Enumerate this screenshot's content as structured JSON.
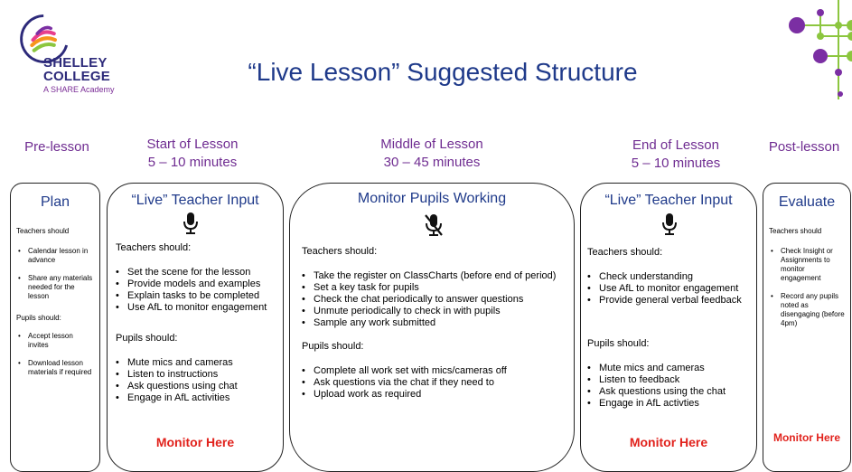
{
  "logo": {
    "line1": "SHELLEY",
    "line2": "COLLEGE",
    "line3": "A SHARE Academy"
  },
  "title": "“Live Lesson” Suggested Structure",
  "phases": {
    "pre": {
      "label": "Pre-lesson"
    },
    "start": {
      "label": "Start of Lesson",
      "duration": "5 – 10 minutes"
    },
    "middle": {
      "label": "Middle of Lesson",
      "duration": "30 – 45 minutes"
    },
    "end": {
      "label": "End of Lesson",
      "duration": "5 – 10 minutes"
    },
    "post": {
      "label": "Post-lesson"
    }
  },
  "plan": {
    "title": "Plan",
    "teachers_heading": "Teachers should",
    "teachers": [
      "Calendar lesson in advance",
      "Share any materials needed for the lesson"
    ],
    "pupils_heading": "Pupils should:",
    "pupils": [
      "Accept lesson invites",
      "Download lesson materials if required"
    ]
  },
  "start_panel": {
    "title": "“Live” Teacher Input",
    "icon": "microphone-icon",
    "teachers_heading": "Teachers should:",
    "teachers": [
      "Set the scene for the lesson",
      "Provide models and examples",
      "Explain tasks to be completed",
      "Use AfL to monitor engagement"
    ],
    "pupils_heading": "Pupils should:",
    "pupils": [
      "Mute mics and cameras",
      "Listen to instructions",
      "Ask questions using chat",
      "Engage in AfL activities"
    ],
    "monitor": "Monitor Here"
  },
  "middle_panel": {
    "title": "Monitor Pupils Working",
    "icon": "microphone-off-icon",
    "teachers_heading": "Teachers should:",
    "teachers": [
      "Take the register on ClassCharts (before end of period)",
      "Set a key task for pupils",
      "Check the chat periodically to answer questions",
      "Unmute periodically to check in with pupils",
      "Sample any work submitted"
    ],
    "pupils_heading": "Pupils should:",
    "pupils": [
      "Complete all work set with mics/cameras off",
      "Ask questions via the chat if they need to",
      "Upload work as required"
    ]
  },
  "end_panel": {
    "title": "“Live” Teacher Input",
    "icon": "microphone-icon",
    "teachers_heading": "Teachers should:",
    "teachers": [
      "Check understanding",
      "Use AfL to monitor engagement",
      "Provide general verbal feedback"
    ],
    "pupils_heading": "Pupils should:",
    "pupils": [
      "Mute mics and cameras",
      "Listen to feedback",
      "Ask questions using the chat",
      "Engage in AfL activties"
    ],
    "monitor": "Monitor Here"
  },
  "evaluate": {
    "title": "Evaluate",
    "teachers_heading": "Teachers should",
    "teachers": [
      "Check Insight or Assignments to monitor engagement",
      "Record any pupils noted as disengaging (before 4pm)"
    ],
    "monitor": "Monitor Here"
  },
  "colors": {
    "title_blue": "#1f3a8a",
    "phase_purple": "#6f2c91",
    "monitor_red": "#e1221c",
    "dot_purple": "#7b2fa3",
    "dot_green": "#8cc63f"
  }
}
